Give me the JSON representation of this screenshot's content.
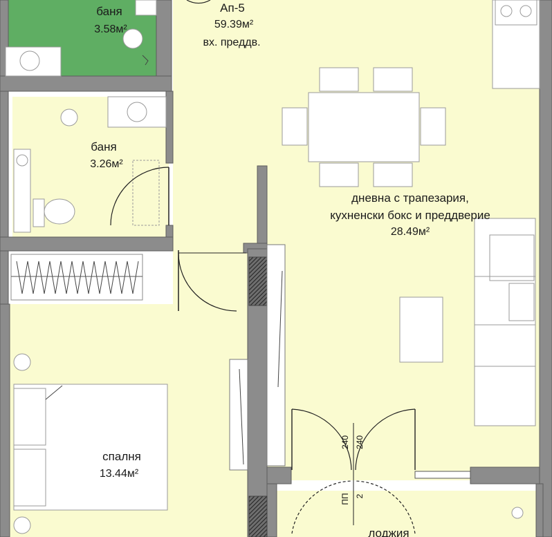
{
  "apartment": {
    "name": "Ап-5",
    "area": "59.39м²",
    "entrance": "вх. преддв."
  },
  "rooms": {
    "bath_top": {
      "name": "баня",
      "area": "3.58м²"
    },
    "bath_middle": {
      "name": "баня",
      "area": "3.26м²"
    },
    "living": {
      "line1": "дневна с трапезария,",
      "line2": "кухненски бокс и преддверие",
      "area": "28.49м²"
    },
    "bedroom": {
      "name": "спалня",
      "area": "13.44м²"
    },
    "loggia": {
      "name": "лоджия"
    }
  },
  "dimensions": {
    "door_left": "240",
    "door_right": "240",
    "sill_label": "ПП",
    "sill_value": "2"
  },
  "colors": {
    "floor": "#fafbd0",
    "bath_green": "#5fae63",
    "wall": "#8c8c8c",
    "column_hatch": "#3a3a3a"
  }
}
